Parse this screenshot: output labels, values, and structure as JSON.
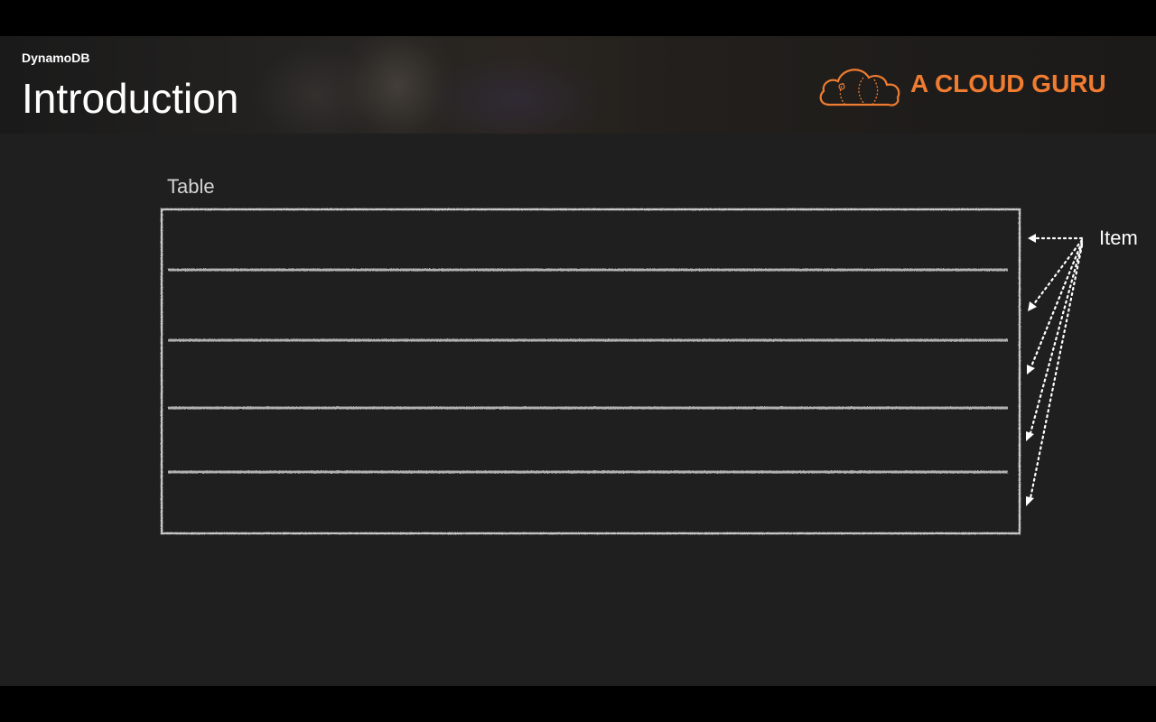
{
  "slide": {
    "section": "DynamoDB",
    "title": "Introduction",
    "logo": {
      "text": "A CLOUD GURU",
      "color": "#ef7c31",
      "icon": "cloud-logo-icon"
    }
  },
  "diagram": {
    "table_label": "Table",
    "item_label": "Item",
    "rows": 5,
    "line_color": "#bdbdbd"
  }
}
